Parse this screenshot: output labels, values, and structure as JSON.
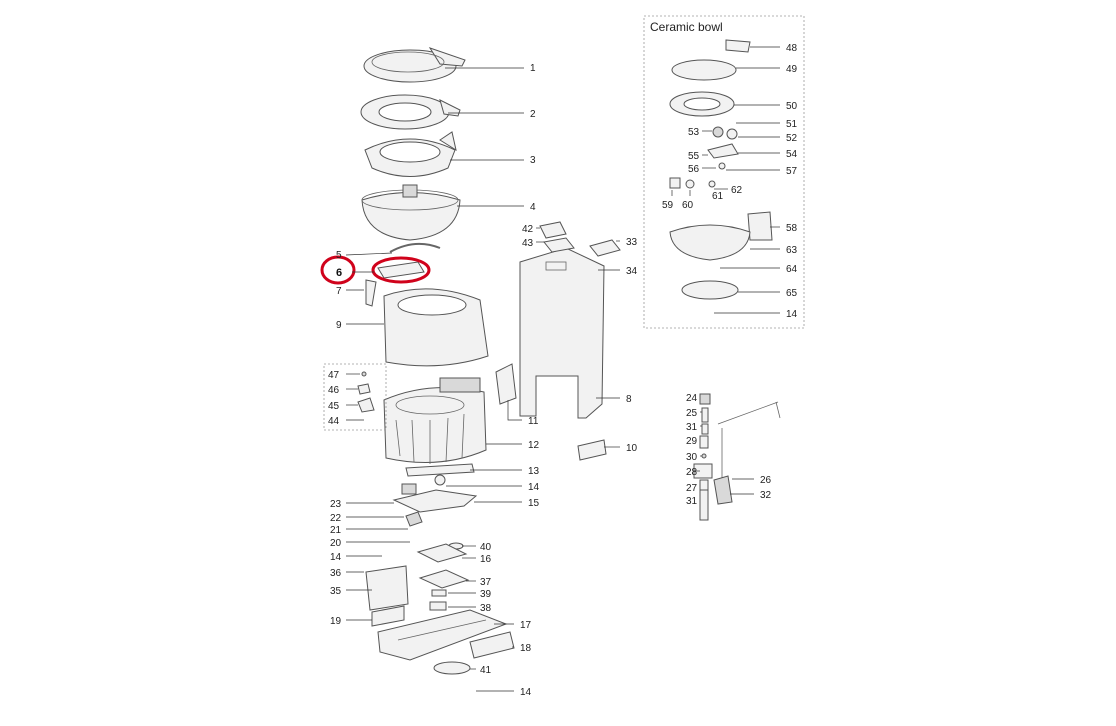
{
  "diagram": {
    "panels": [
      {
        "id": "ceramic",
        "title": "Ceramic bowl"
      },
      {
        "id": "small",
        "title": ""
      }
    ],
    "highlight": {
      "color": "#d0021b",
      "labels": [
        "6"
      ]
    },
    "labels": {
      "p1": "1",
      "p2": "2",
      "p3": "3",
      "p4": "4",
      "p5": "5",
      "p6": "6",
      "p7": "7",
      "p8": "8",
      "p9": "9",
      "p10": "10",
      "p11": "11",
      "p12": "12",
      "p13": "13",
      "p14a": "14",
      "p15": "15",
      "p23": "23",
      "p22": "22",
      "p21": "21",
      "p20": "20",
      "p14b": "14",
      "p36": "36",
      "p35": "35",
      "p19": "19",
      "p40": "40",
      "p16": "16",
      "p37": "37",
      "p39": "39",
      "p38": "38",
      "p17": "17",
      "p18": "18",
      "p41": "41",
      "p14c": "14",
      "p42": "42",
      "p43": "43",
      "p33": "33",
      "p34": "34",
      "p47": "47",
      "p46": "46",
      "p45": "45",
      "p44": "44",
      "p24": "24",
      "p25": "25",
      "p31a": "31",
      "p29": "29",
      "p30": "30",
      "p28": "28",
      "p26": "26",
      "p27": "27",
      "p32": "32",
      "p31b": "31",
      "p48": "48",
      "p49": "49",
      "p50": "50",
      "p51": "51",
      "p52": "52",
      "p53": "53",
      "p54": "54",
      "p55": "55",
      "p56": "56",
      "p57": "57",
      "p62": "62",
      "p59": "59",
      "p60": "60",
      "p61": "61",
      "p58": "58",
      "p63": "63",
      "p64": "64",
      "p65": "65",
      "p14d": "14"
    }
  }
}
